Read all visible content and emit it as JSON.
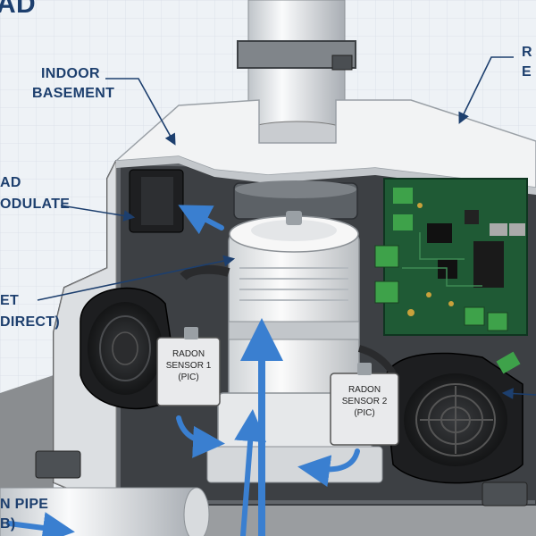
{
  "title_fragment": "AD",
  "labels": {
    "indoor": "INDOOR",
    "basement": "BASEMENT",
    "left_ad": "AD",
    "left_odulate": "ODULATE",
    "left_et": "ET",
    "left_direct": "DIRECT)",
    "pipe": "N PIPE",
    "pipe_b": "B)",
    "right_r": "R",
    "right_e": "E"
  },
  "sensor1": {
    "line1": "RADON",
    "line2": "SENSOR 1",
    "line3": "(PIC)"
  },
  "sensor2": {
    "line1": "RADON",
    "line2": "SENSOR 2",
    "line3": "(PIC)"
  },
  "colors": {
    "label_navy": "#1d3f6e",
    "arrow_blue": "#3a7fd0",
    "pcb_green": "#1f5a35",
    "housing_gray": "#5a5d61",
    "cover_white": "#f2f3f4"
  }
}
